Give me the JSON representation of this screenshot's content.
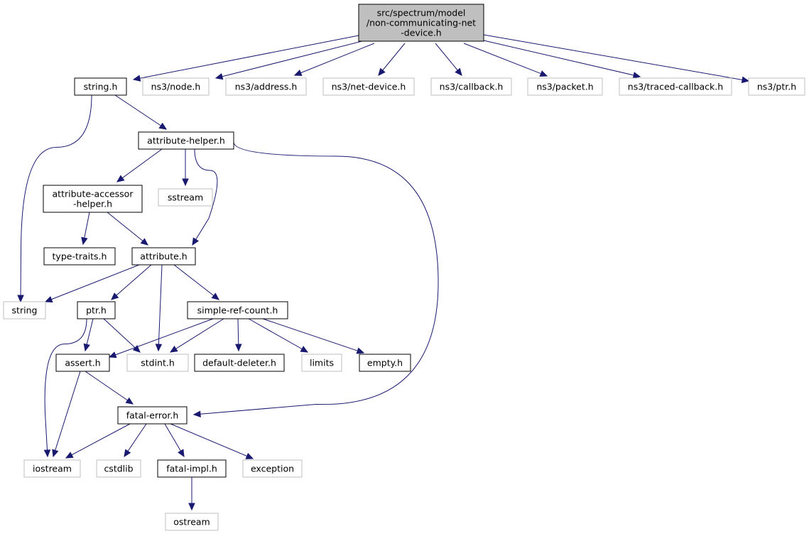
{
  "graph": {
    "nodes": {
      "root": [
        "src/spectrum/model",
        "/non-communicating-net",
        "-device.h"
      ],
      "string_h": [
        "string.h"
      ],
      "ns3_node_h": [
        "ns3/node.h"
      ],
      "ns3_address_h": [
        "ns3/address.h"
      ],
      "ns3_net_device_h": [
        "ns3/net-device.h"
      ],
      "ns3_callback_h": [
        "ns3/callback.h"
      ],
      "ns3_packet_h": [
        "ns3/packet.h"
      ],
      "ns3_traced_callback_h": [
        "ns3/traced-callback.h"
      ],
      "ns3_ptr_h": [
        "ns3/ptr.h"
      ],
      "attribute_helper_h": [
        "attribute-helper.h"
      ],
      "attribute_accessor_helper_h": [
        "attribute-accessor",
        "-helper.h"
      ],
      "sstream": [
        "sstream"
      ],
      "type_traits_h": [
        "type-traits.h"
      ],
      "attribute_h": [
        "attribute.h"
      ],
      "string": [
        "string"
      ],
      "ptr_h": [
        "ptr.h"
      ],
      "simple_ref_count_h": [
        "simple-ref-count.h"
      ],
      "assert_h": [
        "assert.h"
      ],
      "stdint_h": [
        "stdint.h"
      ],
      "default_deleter_h": [
        "default-deleter.h"
      ],
      "limits": [
        "limits"
      ],
      "empty_h": [
        "empty.h"
      ],
      "fatal_error_h": [
        "fatal-error.h"
      ],
      "iostream": [
        "iostream"
      ],
      "cstdlib": [
        "cstdlib"
      ],
      "fatal_impl_h": [
        "fatal-impl.h"
      ],
      "exception": [
        "exception"
      ],
      "ostream": [
        "ostream"
      ]
    },
    "colors": {
      "edge": "#191970",
      "documented_border": "#000000",
      "external_border": "#bfbfbf",
      "root_fill": "#bfbfbf"
    }
  }
}
